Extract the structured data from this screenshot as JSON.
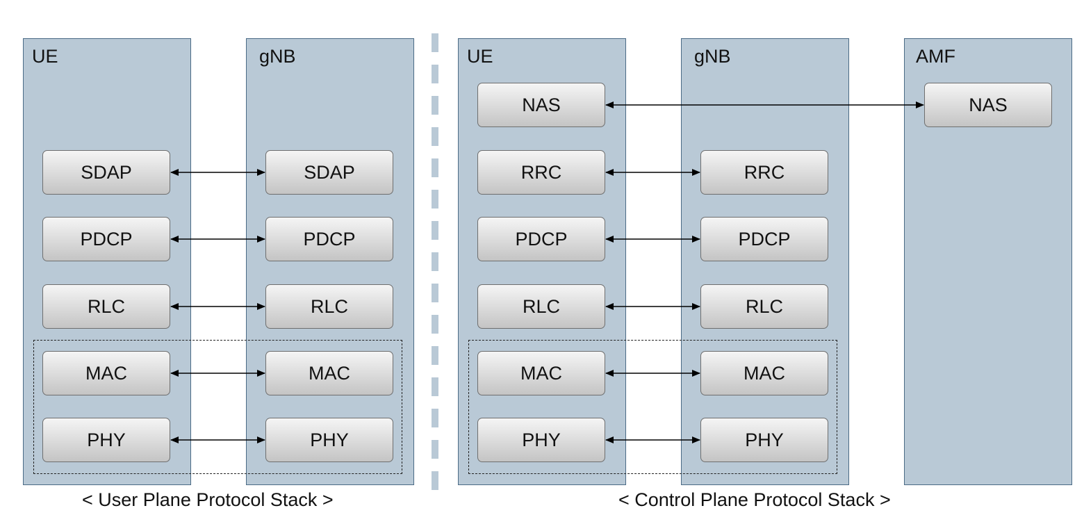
{
  "user_plane": {
    "caption": "< User Plane Protocol Stack >",
    "ue": {
      "label": "UE",
      "layers": [
        "SDAP",
        "PDCP",
        "RLC",
        "MAC",
        "PHY"
      ]
    },
    "gnb": {
      "label": "gNB",
      "layers": [
        "SDAP",
        "PDCP",
        "RLC",
        "MAC",
        "PHY"
      ]
    }
  },
  "control_plane": {
    "caption": "< Control Plane Protocol Stack >",
    "ue": {
      "label": "UE",
      "layers": [
        "NAS",
        "RRC",
        "PDCP",
        "RLC",
        "MAC",
        "PHY"
      ]
    },
    "gnb": {
      "label": "gNB",
      "layers": [
        "RRC",
        "PDCP",
        "RLC",
        "MAC",
        "PHY"
      ]
    },
    "amf": {
      "label": "AMF",
      "layers": [
        "NAS"
      ]
    }
  },
  "colors": {
    "column_fill": "#b9c9d6",
    "column_border": "#4a6a85",
    "layer_fill_top": "#f5f5f5",
    "layer_fill_bottom": "#c4c4c4",
    "arrow": "#000000"
  }
}
